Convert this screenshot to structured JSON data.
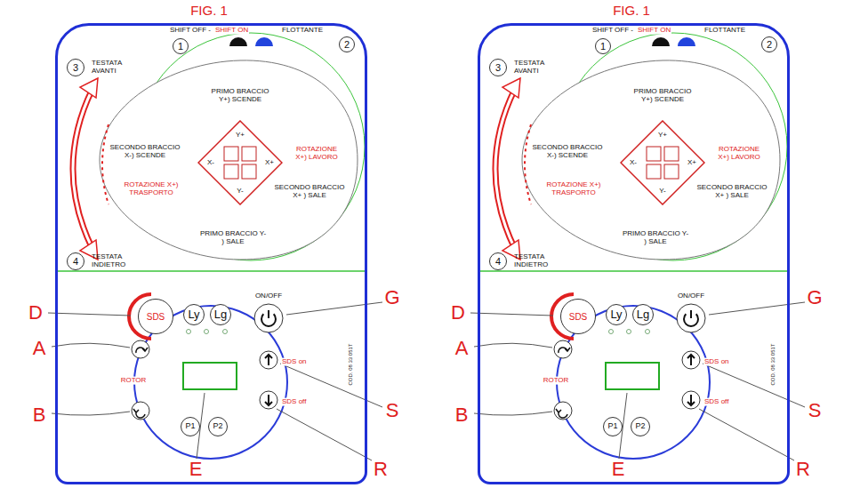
{
  "diagram": {
    "nodes": [
      {
        "text": [
          "FIG. 1"
        ]
      },
      {
        "text": [
          "1"
        ],
        "in": 0
      },
      {
        "text": [
          "2"
        ],
        "in": 0
      },
      {
        "text": [
          "3"
        ],
        "in": 0
      },
      {
        "text": [
          "4"
        ],
        "in": 0
      },
      {
        "text": [
          "Y+",
          "X-",
          "X+",
          "Y-"
        ],
        "in": 0
      },
      {
        "text": [
          "SDS"
        ],
        "in": 0
      },
      {
        "text": [
          "Ly"
        ],
        "in": 0
      },
      {
        "text": [
          "Lg"
        ],
        "in": 0
      },
      {
        "text": [
          "P1"
        ],
        "in": 0
      },
      {
        "text": [
          "P2"
        ],
        "in": 0
      },
      {
        "text": [
          "FIG. 1"
        ]
      },
      {
        "text": [
          "1"
        ],
        "in": 11
      },
      {
        "text": [
          "2"
        ],
        "in": 11
      },
      {
        "text": [
          "3"
        ],
        "in": 11
      },
      {
        "text": [
          "4"
        ],
        "in": 11
      },
      {
        "text": [
          "Y+",
          "X-",
          "X+",
          "Y-"
        ],
        "in": 11
      },
      {
        "text": [
          "SDS"
        ],
        "in": 11
      },
      {
        "text": [
          "Ly"
        ],
        "in": 11
      },
      {
        "text": [
          "Lg"
        ],
        "in": 11
      },
      {
        "text": [
          "P1"
        ],
        "in": 11
      },
      {
        "text": [
          "P2"
        ],
        "in": 11
      }
    ],
    "labels": [
      "SHIFT OFF -",
      "SHIFT ON",
      "FLOTTANTE",
      "TESTATA AVANTI",
      "TESTATA INDIETRO",
      "PRIMO BRACCIO Y+) SCENDE",
      "SECONDO BRACCIO X-) SCENDE",
      "ROTAZIONE X+) LAVORO",
      "ROTAZIONE X+) TRASPORTO",
      "SECONDO BRACCIO X+ ) SALE",
      "PRIMO BRACCIO Y- ) SALE",
      "ON/OFF",
      "ROTOR",
      "SDS on",
      "SDS off",
      "COD. 08 33 051T",
      "D",
      "A",
      "B",
      "E",
      "G",
      "S",
      "R",
      "SHIFT OFF -",
      "SHIFT ON",
      "FLOTTANTE",
      "TESTATA AVANTI",
      "TESTATA INDIETRO",
      "PRIMO BRACCIO Y+) SCENDE",
      "SECONDO BRACCIO X-) SCENDE",
      "ROTAZIONE X+) LAVORO",
      "ROTAZIONE X+) TRASPORTO",
      "SECONDO BRACCIO X+ ) SALE",
      "PRIMO BRACCIO Y- ) SALE",
      "ON/OFF",
      "ROTOR",
      "SDS on",
      "SDS off",
      "COD. 08 33 051T",
      "D",
      "A",
      "B",
      "E",
      "G",
      "S",
      "R"
    ]
  }
}
